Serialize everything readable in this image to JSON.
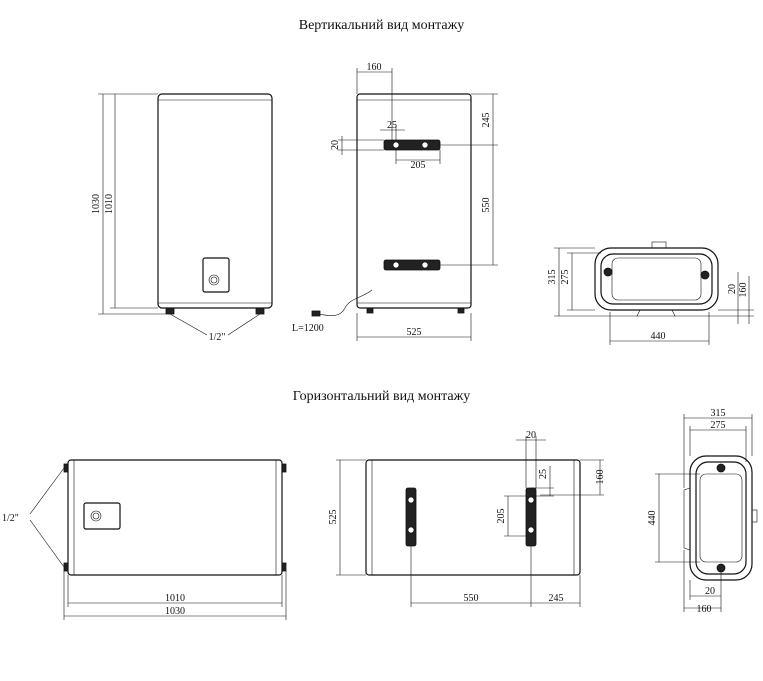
{
  "titles": {
    "vertical": "Вертикальний вид монтажу",
    "horizontal": "Горизонтальний вид монтажу"
  },
  "vertical": {
    "front": {
      "h_overall": "1030",
      "h_body": "1010",
      "pipe": "1/2\""
    },
    "side": {
      "top_offset": "160",
      "pipe_gap": "25",
      "bracket_h": "20",
      "bracket_w": "205",
      "top_to_bracket": "245",
      "bracket_spacing": "550",
      "width": "525",
      "cable": "L=1200"
    },
    "top": {
      "depth_outer": "315",
      "depth_inner": "275",
      "offset_small": "20",
      "offset_big": "160",
      "width": "440"
    }
  },
  "horizontal": {
    "front": {
      "pipe": "1/2\"",
      "len_body": "1010",
      "len_overall": "1030"
    },
    "back": {
      "height": "525",
      "bracket_w": "20",
      "pipe_gap": "25",
      "right_offset": "160",
      "bracket_h": "205",
      "spacing": "550",
      "end_offset": "245"
    },
    "end": {
      "outer": "315",
      "inner": "275",
      "height": "440",
      "small": "20",
      "big": "160"
    }
  }
}
